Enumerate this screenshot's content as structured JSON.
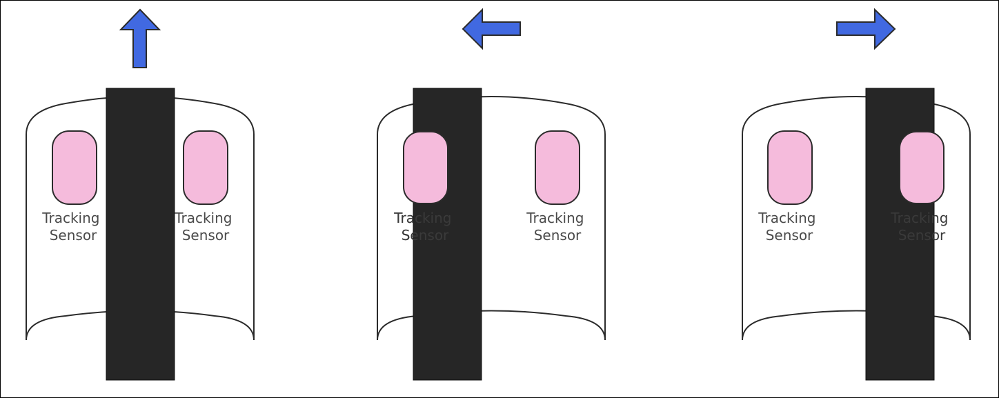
{
  "colors": {
    "background": "#ffffff",
    "outline": "#2b2b2b",
    "track_line": "#262626",
    "sensor_fill": "#f5bbdc",
    "label_color": "#4a4a4a",
    "arrow_fill": "#4169e1"
  },
  "panels": [
    {
      "arrow_direction": "up",
      "sensors": [
        {
          "line1": "Tracking",
          "line2": "Sensor",
          "on_line": false
        },
        {
          "line1": "Tracking",
          "line2": "Sensor",
          "on_line": false
        }
      ]
    },
    {
      "arrow_direction": "left",
      "sensors": [
        {
          "line1": "Tracking",
          "line2": "Sensor",
          "on_line": true
        },
        {
          "line1": "Tracking",
          "line2": "Sensor",
          "on_line": false
        }
      ]
    },
    {
      "arrow_direction": "right",
      "sensors": [
        {
          "line1": "Tracking",
          "line2": "Sensor",
          "on_line": false
        },
        {
          "line1": "Tracking",
          "line2": "Sensor",
          "on_line": true
        }
      ]
    }
  ]
}
